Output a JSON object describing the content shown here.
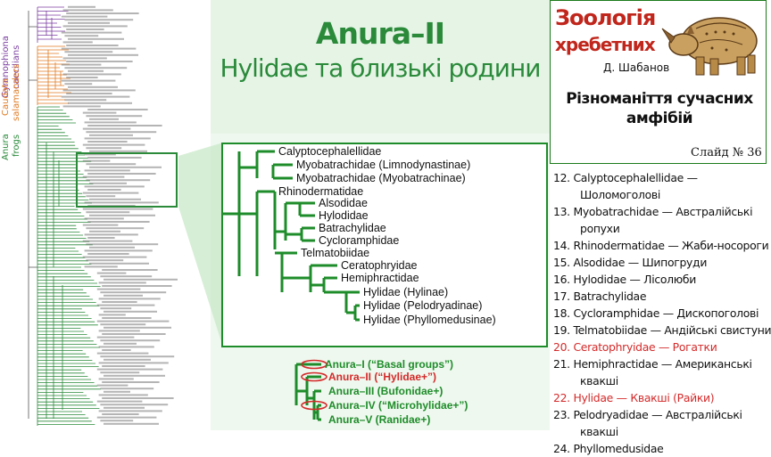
{
  "header": {
    "title_main": "Anura–II",
    "title_sub": "Hylidae та близькі родини"
  },
  "course_box": {
    "title_line1": "Зоологія",
    "title_line2": "хребетних",
    "author": "Д. Шабанов",
    "subtitle_line1": "Різноманіття сучасних",
    "subtitle_line2": "амфібій",
    "slide_label": "Слайд № 36",
    "image_icon": "rhinoceros-engraving-icon"
  },
  "side_labels": {
    "group1": "Gymnophiona",
    "group1_common": "caecilians",
    "group2": "Caudata",
    "group2_common": "salamanders",
    "group3": "Anura",
    "group3_common": "frogs"
  },
  "zoom_tree": {
    "taxa": [
      "Calyptocephalellidae",
      "Myobatrachidae (Limnodynastinae)",
      "Myobatrachidae (Myobatrachinae)",
      "Rhinodermatidae",
      "Alsodidae",
      "Hylodidae",
      "Batrachylidae",
      "Cycloramphidae",
      "Telmatobiidae",
      "Ceratophryidae",
      "Hemiphractidae",
      "Hylidae (Hylinae)",
      "Hylidae (Pelodryadinae)",
      "Hylidae (Phyllomedusinae)"
    ]
  },
  "mini_tree": {
    "items": [
      {
        "label": "Anura–I (“Basal groups”)",
        "highlight": false
      },
      {
        "label": "Anura–II (“Hylidae+”)",
        "highlight": true
      },
      {
        "label": "Anura–III (Bufonidae+)",
        "highlight": false
      },
      {
        "label": "Anura–IV (“Microhylidae+”)",
        "highlight": false
      },
      {
        "label": "Anura–V (Ranidae+)",
        "highlight": false
      }
    ]
  },
  "family_list": [
    {
      "text": "12. Calyptocephalellidae —",
      "cont": "Шоломоголові",
      "red": false
    },
    {
      "text": "13. Myobatrachidae — Австралійські",
      "cont": "ропухи",
      "red": false
    },
    {
      "text": "14. Rhinodermatidae — Жаби-носороги",
      "cont": "",
      "red": false
    },
    {
      "text": "15. Alsodidae — Шипогруди",
      "cont": "",
      "red": false
    },
    {
      "text": "16. Hylodidae — Лісолюби",
      "cont": "",
      "red": false
    },
    {
      "text": "17. Batrachylidae",
      "cont": "",
      "red": false
    },
    {
      "text": "18. Cycloramphidae — Дископоголові",
      "cont": "",
      "red": false
    },
    {
      "text": "19. Telmatobiidae — Андійські свистуни",
      "cont": "",
      "red": false
    },
    {
      "text": "20. Ceratophryidae — Рогатки",
      "cont": "",
      "red": true
    },
    {
      "text": "21. Hemiphractidae — Американські",
      "cont": "квакші",
      "red": false
    },
    {
      "text": "22. Hylidae — Квакші (Райки)",
      "cont": "",
      "red": true
    },
    {
      "text": "23. Pelodryadidae — Австралійські",
      "cont": "квакші",
      "red": false
    },
    {
      "text": "24. Phyllomedusidae",
      "cont": "",
      "red": false
    }
  ],
  "colors": {
    "accent_green": "#2a8a3a",
    "tree_green": "#1e8c2a",
    "red": "#d42a2a",
    "panel_bg": "#e8f5e8"
  }
}
